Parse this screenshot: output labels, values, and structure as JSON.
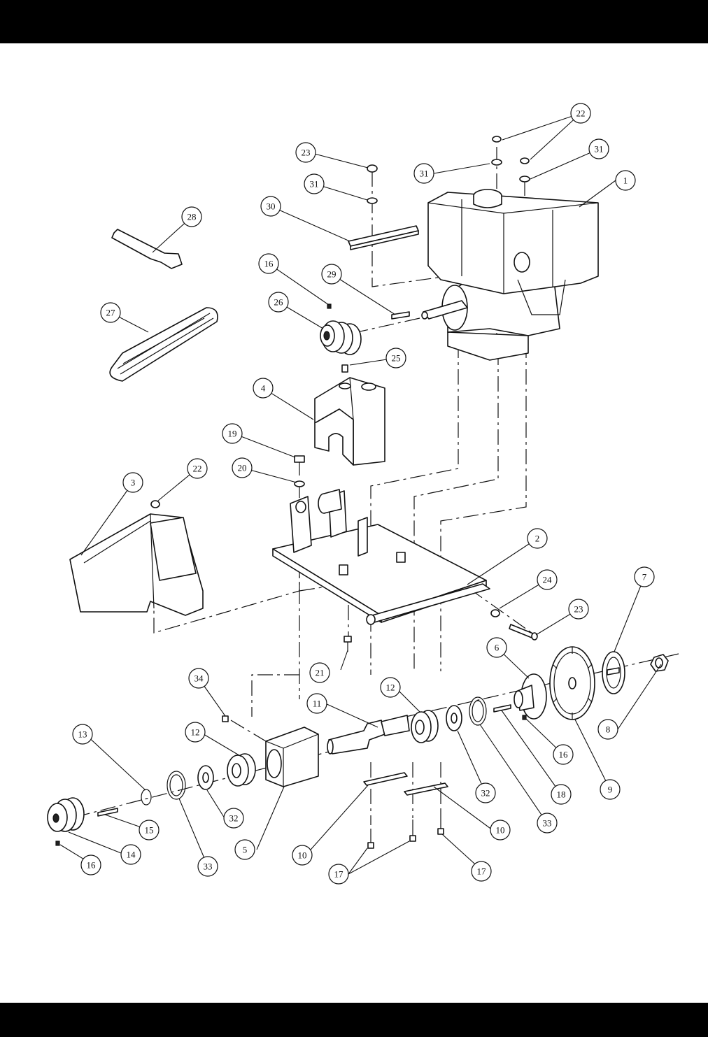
{
  "callouts": [
    {
      "label": "1"
    },
    {
      "label": "2"
    },
    {
      "label": "3"
    },
    {
      "label": "4"
    },
    {
      "label": "5"
    },
    {
      "label": "6"
    },
    {
      "label": "7"
    },
    {
      "label": "8"
    },
    {
      "label": "9"
    },
    {
      "label": "10"
    },
    {
      "label": "10"
    },
    {
      "label": "11"
    },
    {
      "label": "12"
    },
    {
      "label": "12"
    },
    {
      "label": "13"
    },
    {
      "label": "14"
    },
    {
      "label": "15"
    },
    {
      "label": "16"
    },
    {
      "label": "16"
    },
    {
      "label": "16"
    },
    {
      "label": "17"
    },
    {
      "label": "17"
    },
    {
      "label": "18"
    },
    {
      "label": "19"
    },
    {
      "label": "20"
    },
    {
      "label": "21"
    },
    {
      "label": "22"
    },
    {
      "label": "22"
    },
    {
      "label": "23"
    },
    {
      "label": "23"
    },
    {
      "label": "24"
    },
    {
      "label": "25"
    },
    {
      "label": "26"
    },
    {
      "label": "27"
    },
    {
      "label": "28"
    },
    {
      "label": "29"
    },
    {
      "label": "30"
    },
    {
      "label": "31"
    },
    {
      "label": "31"
    },
    {
      "label": "31"
    },
    {
      "label": "32"
    },
    {
      "label": "32"
    },
    {
      "label": "33"
    },
    {
      "label": "33"
    },
    {
      "label": "34"
    }
  ]
}
